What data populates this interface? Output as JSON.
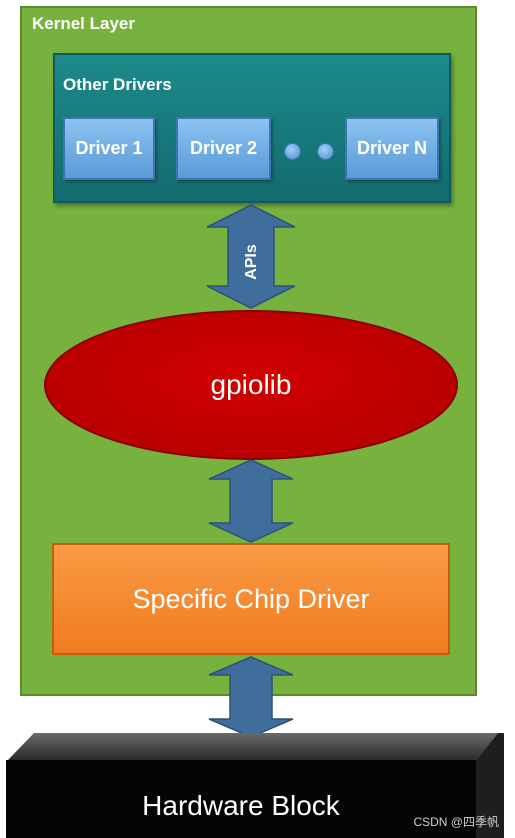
{
  "kernel_layer": {
    "title": "Kernel Layer"
  },
  "other_drivers": {
    "title": "Other Drivers",
    "drivers": [
      "Driver 1",
      "Driver 2",
      "Driver N"
    ]
  },
  "apis_label": "APIs",
  "gpiolib_label": "gpiolib",
  "chip_driver_label": "Specific Chip Driver",
  "hardware_label": "Hardware Block",
  "watermark": "CSDN @四季帆",
  "colors": {
    "kernel_green": "#78b23e",
    "drivers_teal": "#1d8a8a",
    "driver_blue": "#6aaee6",
    "gpiolib_red": "#c00000",
    "chip_orange": "#f5862d",
    "arrow_blue": "#3f6e9c",
    "hardware_black": "#050505"
  }
}
